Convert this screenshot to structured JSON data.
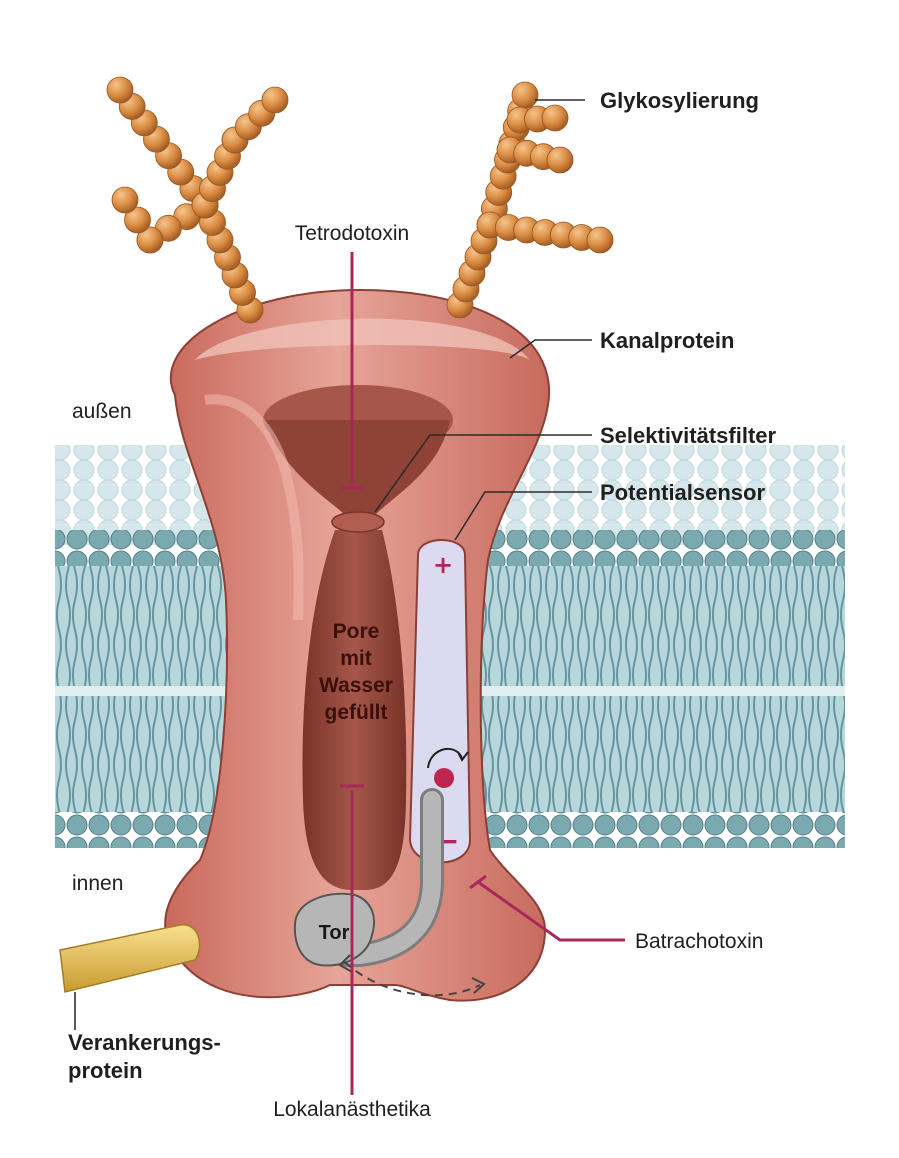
{
  "labels": {
    "glykosylierung": "Glykosylierung",
    "tetrodotoxin": "Tetrodotoxin",
    "kanalprotein": "Kanalprotein",
    "aussen": "außen",
    "selektivitaetsfilter": "Selektivitätsfilter",
    "potentialsensor": "Potentialsensor",
    "pore_line1": "Pore",
    "pore_line2": "mit",
    "pore_line3": "Wasser",
    "pore_line4": "gefüllt",
    "innen": "innen",
    "tor": "Tor",
    "batrachotoxin": "Batrachotoxin",
    "verankerung_line1": "Verankerungs-",
    "verankerung_line2": "protein",
    "lokalanaesthetika": "Lokalanästhetika",
    "plus_sign": "+",
    "minus_sign": "−"
  },
  "colors": {
    "protein": "#d9867a",
    "protein_dark": "#9e4a40",
    "pore": "#8f4236",
    "membrane": "#a9ccd1",
    "lipid_head": "#6f9ea6",
    "sugar": "#d98b42",
    "toxin_arrow": "#a8285a",
    "sensor": "#d8d6ea",
    "anchor": "#e9c25a"
  }
}
